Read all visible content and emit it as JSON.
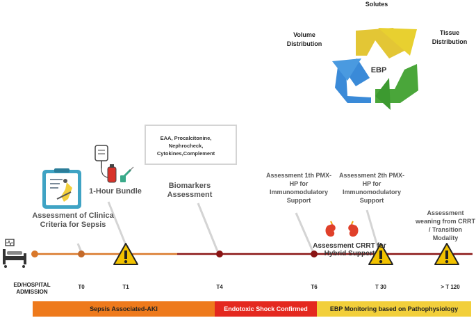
{
  "ebp_cycle": {
    "center_label": "EBP",
    "segments": [
      {
        "label": "Solutes",
        "color": "#e2c32a"
      },
      {
        "label": "Tissue Distribution",
        "color": "#4aa63a"
      },
      {
        "label": "Volume Distribution",
        "color": "#3a8ad8"
      }
    ]
  },
  "annotations": {
    "clinical_criteria": "Assessment of Clinica Criteria for Sepsis",
    "one_hour_bundle": "1-Hour Bundle",
    "biomarkers_list": "EAA, Procalcitonine, Nephrocheck, Cytokines,Complement",
    "biomarkers_assessment": "Biomarkers Assessment",
    "pmx_1": "Assessment 1th PMX-HP for Immunomodulatory Support",
    "pmx_2": "Assessment 2th PMX-HP for Immunomodulatory Support",
    "crrt_hybrid": "Assessment CRRT for Hybrid Support",
    "weaning": "Assessment weaning from CRRT / Transition Modality"
  },
  "timeline": {
    "ticks": [
      "ED/HOSPITAL ADMISSION",
      "T0",
      "T1",
      "T4",
      "T6",
      "T 30",
      "> T 120"
    ]
  },
  "phases": [
    {
      "label": "Sepsis Associated-AKI",
      "color": "#ee7a1c"
    },
    {
      "label": "Endotoxic Shock Confirmed",
      "color": "#e4281f"
    },
    {
      "label": "EBP Monitoring based on Pathophysiology",
      "color": "#f2cf3b"
    }
  ],
  "colors": {
    "timeline_orange": "#d9782a",
    "timeline_darkred": "#8a1414",
    "warning_yellow": "#f2c200"
  }
}
